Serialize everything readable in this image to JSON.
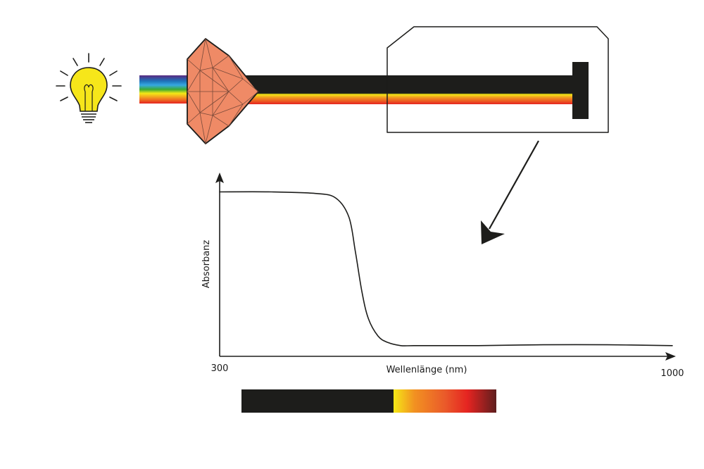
{
  "graph": {
    "y_axis_label": "Absorbanz",
    "x_axis_label": "Wellenlänge (nm)",
    "x_min_label": "300",
    "x_max_label": "1000"
  },
  "colors": {
    "bulb": "#f6e61a",
    "gem": "#ef8a66",
    "ink": "#1d1d1b",
    "transmitted_spectrum": [
      "#f5e816",
      "#f29221",
      "#ea5a2a",
      "#e52421",
      "#5e1e1e"
    ],
    "incident_spectrum": [
      "#5b2a82",
      "#1d71b8",
      "#36a9e1",
      "#3aaa35",
      "#f5e816",
      "#f29221",
      "#e52421"
    ]
  },
  "icons": {
    "light_source": "light-bulb-icon",
    "sample": "gemstone-icon",
    "detector": "detector-box-icon",
    "pointer": "arrow-icon"
  },
  "chart_data": {
    "type": "line",
    "x_range": [
      300,
      1000
    ],
    "xlabel": "Wellenlänge (nm)",
    "ylabel": "Absorbanz",
    "series": [
      {
        "x": [
          300,
          380,
          450,
          480,
          500,
          510,
          520,
          530,
          545,
          560,
          580,
          600,
          650,
          700,
          800,
          900,
          1000
        ],
        "y": [
          0.98,
          0.98,
          0.97,
          0.94,
          0.82,
          0.6,
          0.35,
          0.18,
          0.07,
          0.03,
          0.01,
          0.01,
          0.01,
          0.01,
          0.015,
          0.015,
          0.01
        ]
      }
    ]
  }
}
